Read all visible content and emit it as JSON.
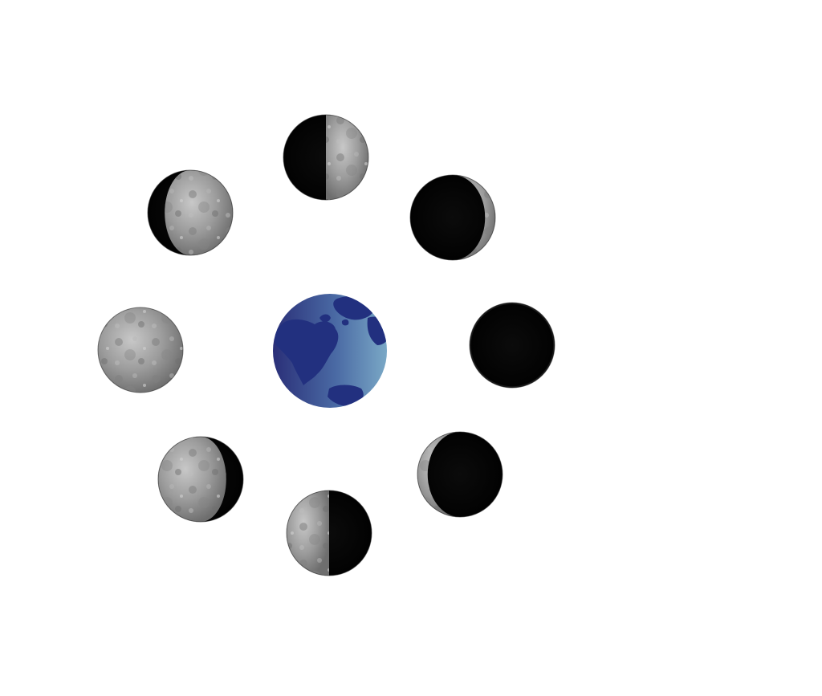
{
  "diagram": {
    "center_body": "earth",
    "orbiting_body": "moon",
    "colors": {
      "background": "#ffffff",
      "moon_lit": "#9a9a9a",
      "moon_lit_highlight": "#c2c2c2",
      "moon_shadow": "#050505",
      "earth_ocean_dark": "#2a2f78",
      "earth_ocean_light": "#6e9ec0",
      "earth_land": "#22307f"
    },
    "phases": [
      {
        "name": "first-quarter",
        "illumination": 0.5,
        "waxing": true
      },
      {
        "name": "waxing-crescent",
        "illumination": 0.12,
        "waxing": true
      },
      {
        "name": "new-moon",
        "illumination": 0.0,
        "waxing": true
      },
      {
        "name": "waning-crescent",
        "illumination": 0.12,
        "waxing": false
      },
      {
        "name": "third-quarter",
        "illumination": 0.5,
        "waxing": false
      },
      {
        "name": "waning-gibbous",
        "illumination": 0.8,
        "waxing": false
      },
      {
        "name": "full-moon",
        "illumination": 1.0,
        "waxing": true
      },
      {
        "name": "waxing-gibbous",
        "illumination": 0.8,
        "waxing": true
      }
    ]
  }
}
